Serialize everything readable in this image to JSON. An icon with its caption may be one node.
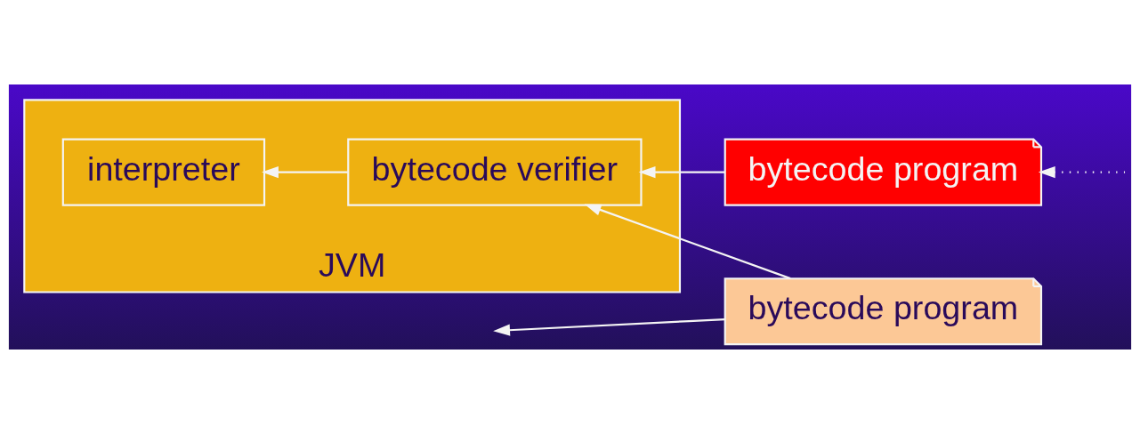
{
  "diagram": {
    "nodes": [
      {
        "text": [
          "JVM"
        ]
      },
      {
        "text": [
          "interpreter"
        ],
        "in": 0
      },
      {
        "text": [
          "bytecode verifier"
        ],
        "in": 0
      },
      {
        "text": [
          "bytecode program"
        ]
      },
      {
        "text": [
          "bytecode program"
        ]
      }
    ],
    "edges": [
      {
        "from": 2,
        "to": 1,
        "arrow": "to"
      },
      {
        "from": 3,
        "to": 2,
        "arrow": "to"
      },
      {
        "from": 4,
        "to": 2,
        "arrow": "to"
      },
      {
        "from": null,
        "to": 4,
        "arrow": "to",
        "style": "dashed"
      },
      {
        "from": 3,
        "to": null,
        "arrow": "to"
      }
    ]
  }
}
